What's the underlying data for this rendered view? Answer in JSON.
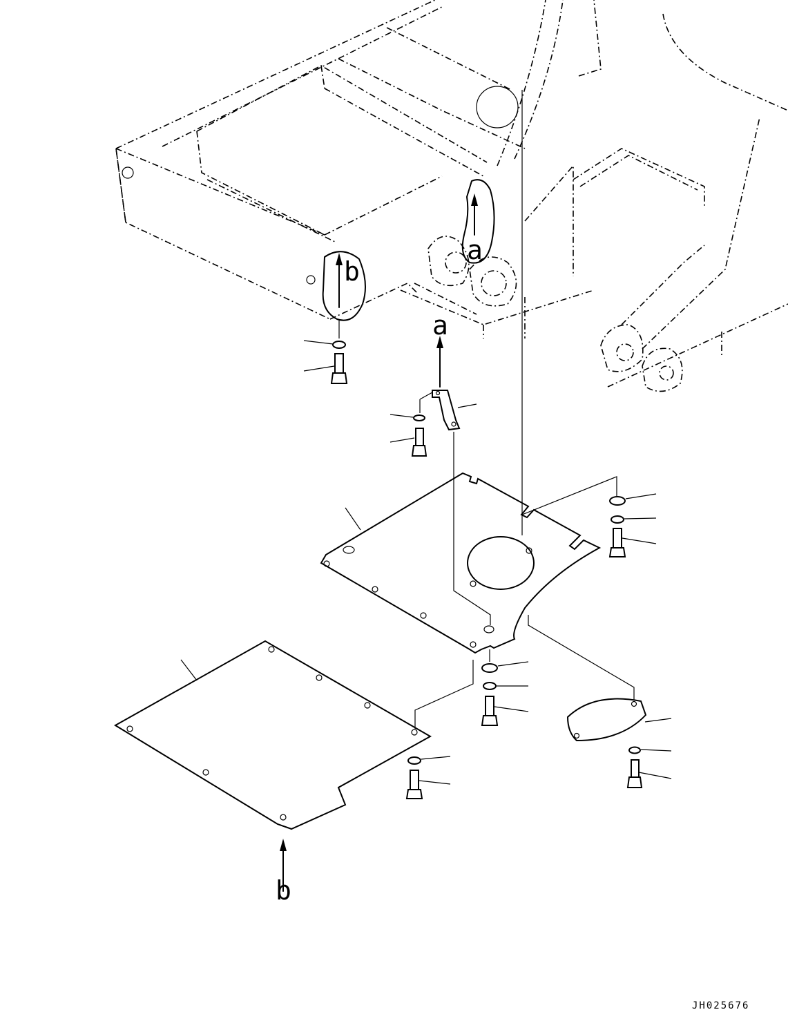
{
  "labels": {
    "detail_a": "a",
    "detail_b": "b"
  },
  "drawing_number": "JH025676"
}
